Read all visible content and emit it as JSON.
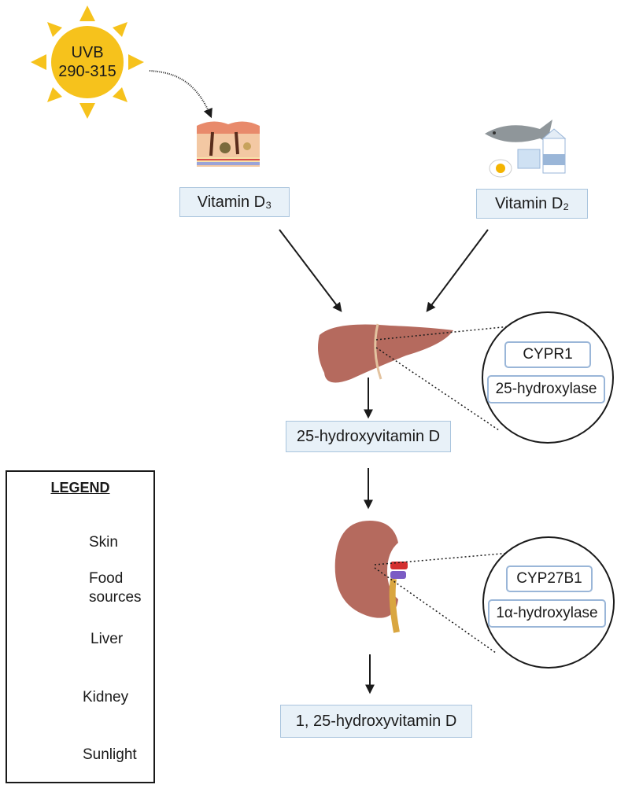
{
  "sun": {
    "line1": "UVB",
    "line2": "290-315"
  },
  "boxes": {
    "vitamin_d3": "Vitamin D₃",
    "vitamin_d2": "Vitamin D₂",
    "hydroxy": "25-hydroxyvitamin D",
    "dihydroxy": "1, 25-hydroxyvitamin D"
  },
  "liver_callout": {
    "enzyme": "CYPR1",
    "name": "25-hydroxylase"
  },
  "kidney_callout": {
    "enzyme": "CYP27B1",
    "name": "1α-hydroxylase"
  },
  "legend": {
    "title": "LEGEND",
    "skin": "Skin",
    "food_line1": "Food",
    "food_line2": "sources",
    "liver": "Liver",
    "kidney": "Kidney",
    "sunlight": "Sunlight"
  },
  "colors": {
    "sun": "#f6c21c",
    "box_fill": "#e8f1f8",
    "box_border": "#a9c4dd",
    "organ": "#b56a5e",
    "arrow": "#1a1a1a"
  }
}
